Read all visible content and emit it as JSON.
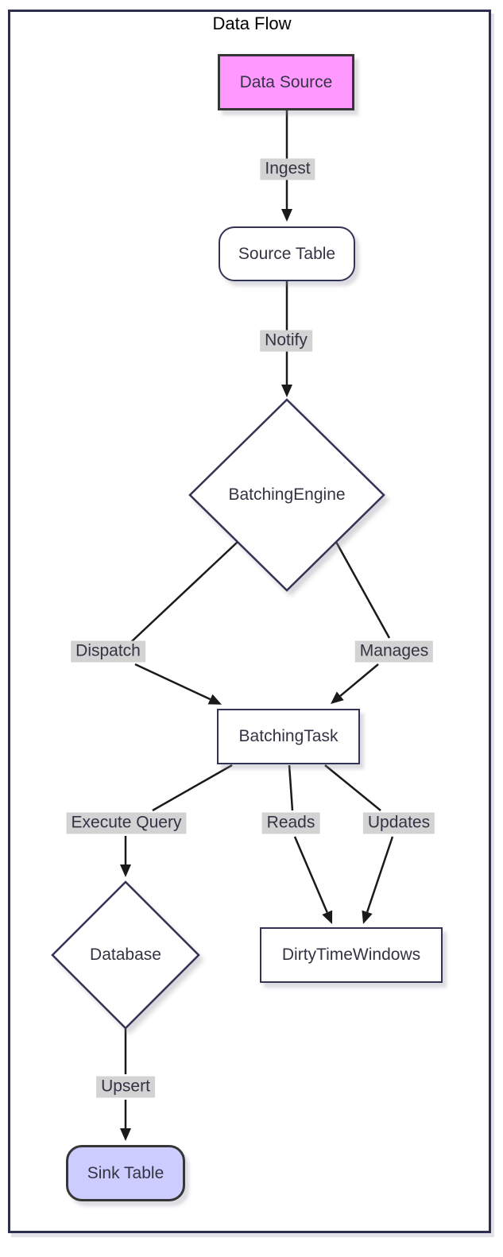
{
  "title": "Data Flow",
  "diagram_type": "flowchart",
  "colors": {
    "frame_border": "#2e2e4e",
    "node_border": "#333355",
    "accent_node_border": "#363636",
    "edge_line": "#1a1a1a",
    "edge_label_background": "#d3d3d3",
    "node_text": "#333344",
    "title_text": "#000000",
    "data_source_fill": "#ff99ff",
    "sink_table_fill": "#ccccff",
    "default_node_fill": "#ffffff"
  },
  "nodes": {
    "data_source": {
      "label": "Data Source",
      "shape": "rectangle",
      "fill": "#ff99ff"
    },
    "source_table": {
      "label": "Source Table",
      "shape": "rounded-rectangle",
      "fill": "#ffffff"
    },
    "batching_engine": {
      "label": "BatchingEngine",
      "shape": "diamond",
      "fill": "#ffffff"
    },
    "batching_task": {
      "label": "BatchingTask",
      "shape": "rectangle",
      "fill": "#ffffff"
    },
    "database": {
      "label": "Database",
      "shape": "diamond",
      "fill": "#ffffff"
    },
    "dirty_time_windows": {
      "label": "DirtyTimeWindows",
      "shape": "rectangle",
      "fill": "#ffffff"
    },
    "sink_table": {
      "label": "Sink Table",
      "shape": "rounded-rectangle",
      "fill": "#ccccff"
    }
  },
  "edges": [
    {
      "from": "Data Source",
      "to": "Source Table",
      "label": "Ingest"
    },
    {
      "from": "Source Table",
      "to": "BatchingEngine",
      "label": "Notify"
    },
    {
      "from": "BatchingEngine",
      "to": "BatchingTask",
      "label": "Dispatch"
    },
    {
      "from": "BatchingEngine",
      "to": "BatchingTask",
      "label": "Manages"
    },
    {
      "from": "BatchingTask",
      "to": "Database",
      "label": "Execute Query"
    },
    {
      "from": "BatchingTask",
      "to": "DirtyTimeWindows",
      "label": "Reads"
    },
    {
      "from": "BatchingTask",
      "to": "DirtyTimeWindows",
      "label": "Updates"
    },
    {
      "from": "Database",
      "to": "Sink Table",
      "label": "Upsert"
    }
  ]
}
